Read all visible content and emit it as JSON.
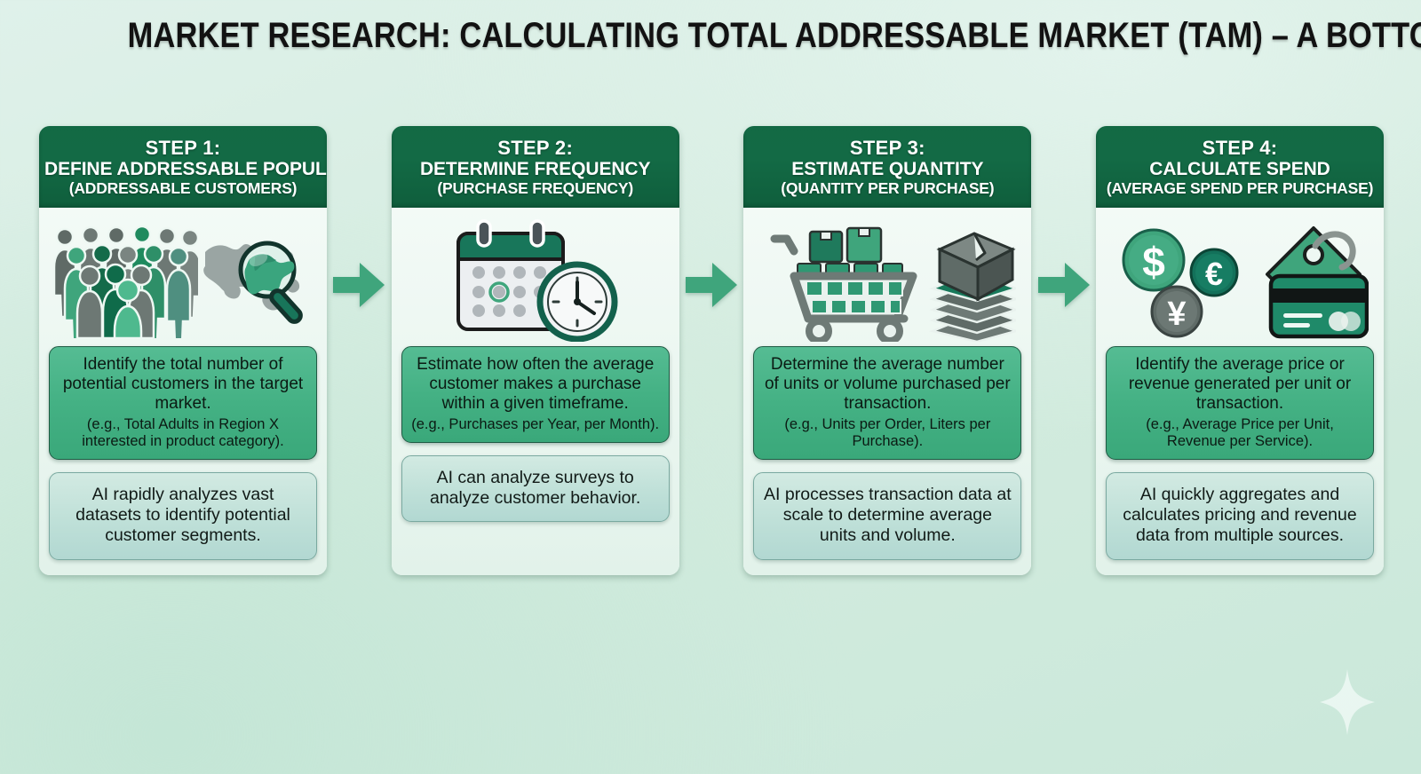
{
  "title": "MARKET RESEARCH: CALCULATING TOTAL ADDRESSABLE MARKET (TAM) – A BOTTOM-UP APPROACH",
  "colors": {
    "background": "#d4ecdf",
    "header_green": "#136a45",
    "desc_green": "#44b184",
    "ai_box": "#c3e3da",
    "arrow_green": "#3fa57c",
    "title_text": "#121212"
  },
  "steps": [
    {
      "step_label": "STEP 1:",
      "heading": "DEFINE ADDRESSABLE POPULATION",
      "subheading": "(ADDRESSABLE CUSTOMERS)",
      "icon_names": [
        "crowd-of-people-icon",
        "world-map-magnifier-icon"
      ],
      "description": "Identify the total number of potential customers in the target market.",
      "example": "(e.g., Total Adults in Region X interested in product category).",
      "ai_note": "AI rapidly analyzes vast datasets to identify potential customer segments."
    },
    {
      "step_label": "STEP 2:",
      "heading": "DETERMINE FREQUENCY",
      "subheading": "(PURCHASE FREQUENCY)",
      "icon_names": [
        "calendar-icon",
        "clock-icon"
      ],
      "description": "Estimate how often the average customer makes a purchase within a given timeframe.",
      "example": "(e.g., Purchases per Year, per Month).",
      "ai_note": "AI can analyze surveys to analyze customer behavior."
    },
    {
      "step_label": "STEP 3:",
      "heading": "ESTIMATE QUANTITY",
      "subheading": "(QUANTITY PER PURCHASE)",
      "icon_names": [
        "shopping-cart-icon",
        "stacked-boxes-icon"
      ],
      "description": "Determine the average number of units or volume purchased per transaction.",
      "example": "(e.g., Units per Order, Liters per Purchase).",
      "ai_note": "AI processes transaction data at scale to determine average units and volume."
    },
    {
      "step_label": "STEP 4:",
      "heading": "CALCULATE SPEND",
      "subheading": "(AVERAGE SPEND PER PURCHASE)",
      "icon_names": [
        "dollar-coin-icon",
        "euro-coin-icon",
        "yen-coin-icon",
        "price-tag-icon",
        "credit-card-icon"
      ],
      "description": "Identify the average price or revenue generated per unit or transaction.",
      "example": "(e.g., Average Price per Unit, Revenue per Service).",
      "ai_note": "AI quickly aggregates and calculates pricing and revenue data from multiple sources."
    }
  ],
  "currency_symbols": {
    "dollar": "$",
    "euro": "€",
    "yen": "¥"
  },
  "arrows": {
    "count": 3,
    "direction": "right"
  },
  "decoration": {
    "sparkle": "four-point-star"
  }
}
